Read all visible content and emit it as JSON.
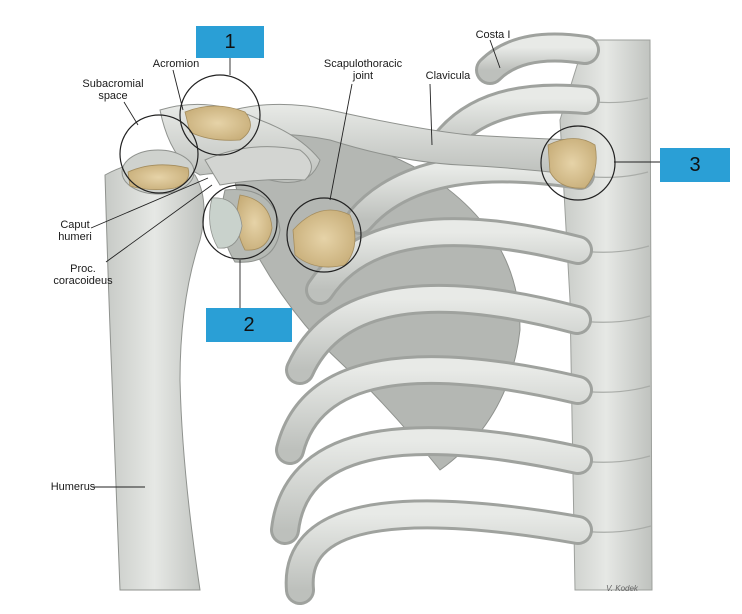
{
  "labels": {
    "subacromial_line1": "Subacromial",
    "subacromial_line2": "space",
    "acromion": "Acromion",
    "scapulothoracic_line1": "Scapulothoracic",
    "scapulothoracic_line2": "joint",
    "clavicula": "Clavicula",
    "costa": "Costa I",
    "caput_line1": "Caput",
    "caput_line2": "humeri",
    "proc_line1": "Proc.",
    "proc_line2": "coracoideus",
    "humerus": "Humerus"
  },
  "badges": {
    "one": "1",
    "two": "2",
    "three": "3"
  },
  "signature": "V. Kodek",
  "colors": {
    "bone": "#dcdedb",
    "bone_shade": "#b9bcb8",
    "cartilage": "#d9c49a",
    "badge": "#2a9fd6",
    "callout_line": "#222222"
  }
}
